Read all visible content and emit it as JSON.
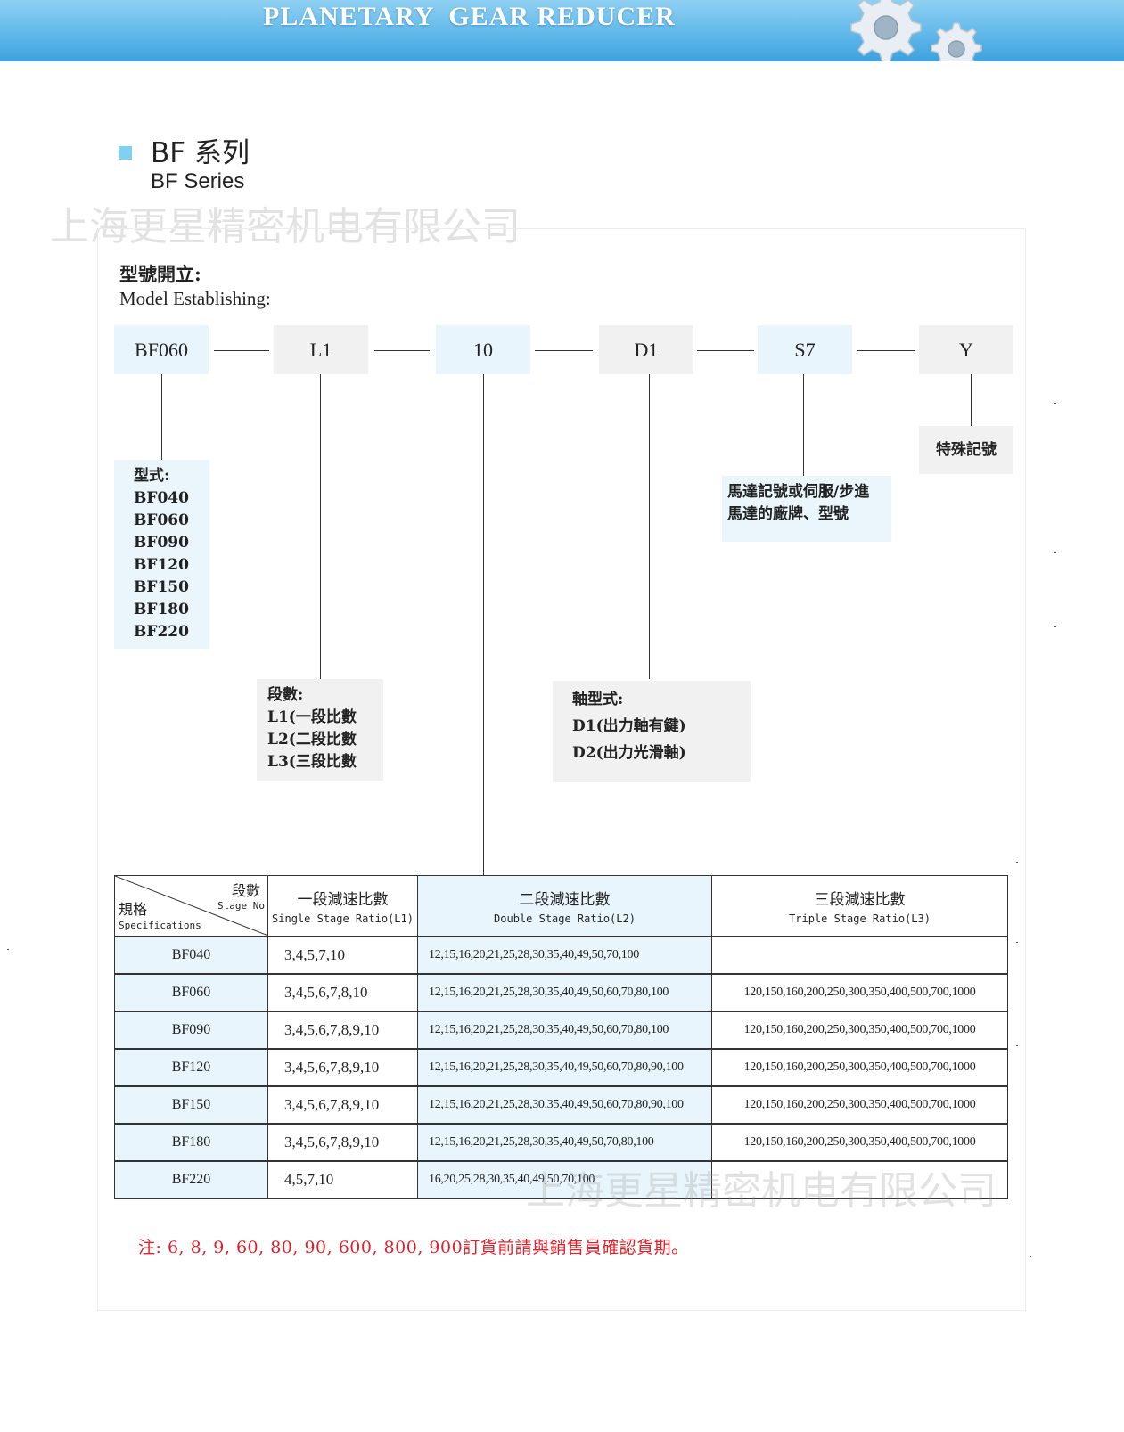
{
  "banner": {
    "title": "PLANETARY  GEAR REDUCER",
    "gear_icon": "gears-icon"
  },
  "series": {
    "title_cn": "BF 系列",
    "title_en": "BF Series",
    "bullet_color": "#7fd0f2"
  },
  "watermarks": [
    "上海更星精密机电有限公司",
    "上海更星精密机电有限公司"
  ],
  "model": {
    "heading_cn": "型號開立:",
    "heading_en": "Model Establishing:",
    "codes": [
      "BF060",
      "L1",
      "10",
      "D1",
      "S7",
      "Y"
    ]
  },
  "legends": {
    "type": {
      "title": "型式:",
      "items": [
        "BF040",
        "BF060",
        "BF090",
        "BF120",
        "BF150",
        "BF180",
        "BF220"
      ]
    },
    "stage": {
      "title": "段數:",
      "items": [
        "L1(一段比數",
        "L2(二段比數",
        "L3(三段比數"
      ]
    },
    "shaft": {
      "title": "軸型式:",
      "items": [
        "D1(出力軸有鍵)",
        "D2(出力光滑軸)"
      ]
    },
    "motor": {
      "lines": [
        "馬達記號或伺服/步進",
        "馬達的廠牌、型號"
      ]
    },
    "special": {
      "label": "特殊記號"
    }
  },
  "table": {
    "corner": {
      "stage_cn": "段數",
      "stage_en": "Stage No",
      "spec_cn": "規格",
      "spec_en": "Specifications"
    },
    "headers": [
      {
        "cn": "一段減速比數",
        "en": "Single Stage Ratio(L1)"
      },
      {
        "cn": "二段減速比數",
        "en": "Double Stage Ratio(L2)"
      },
      {
        "cn": "三段減速比數",
        "en": "Triple Stage Ratio(L3)"
      }
    ],
    "rows": [
      {
        "spec": "BF040",
        "single": "3,4,5,7,10",
        "double": "12,15,16,20,21,25,28,30,35,40,49,50,70,100",
        "triple": ""
      },
      {
        "spec": "BF060",
        "single": "3,4,5,6,7,8,10",
        "double": "12,15,16,20,21,25,28,30,35,40,49,50,60,70,80,100",
        "triple": "120,150,160,200,250,300,350,400,500,700,1000"
      },
      {
        "spec": "BF090",
        "single": "3,4,5,6,7,8,9,10",
        "double": "12,15,16,20,21,25,28,30,35,40,49,50,60,70,80,100",
        "triple": "120,150,160,200,250,300,350,400,500,700,1000"
      },
      {
        "spec": "BF120",
        "single": "3,4,5,6,7,8,9,10",
        "double": "12,15,16,20,21,25,28,30,35,40,49,50,60,70,80,90,100",
        "triple": "120,150,160,200,250,300,350,400,500,700,1000"
      },
      {
        "spec": "BF150",
        "single": "3,4,5,6,7,8,9,10",
        "double": "12,15,16,20,21,25,28,30,35,40,49,50,60,70,80,90,100",
        "triple": "120,150,160,200,250,300,350,400,500,700,1000"
      },
      {
        "spec": "BF180",
        "single": "3,4,5,6,7,8,9,10",
        "double": "12,15,16,20,21,25,28,30,35,40,49,50,70,80,100",
        "triple": "120,150,160,200,250,300,350,400,500,700,1000"
      },
      {
        "spec": "BF220",
        "single": "4,5,7,10",
        "double": "16,20,25,28,30,35,40,49,50,70,100",
        "triple": ""
      }
    ]
  },
  "note": "注: 6, 8, 9, 60, 80, 90, 600, 800, 900訂貨前請與銷售員確認貨期。",
  "colors": {
    "banner": "#5cb6e8",
    "highlight": "#e9f5fc",
    "note": "#e0202a"
  }
}
